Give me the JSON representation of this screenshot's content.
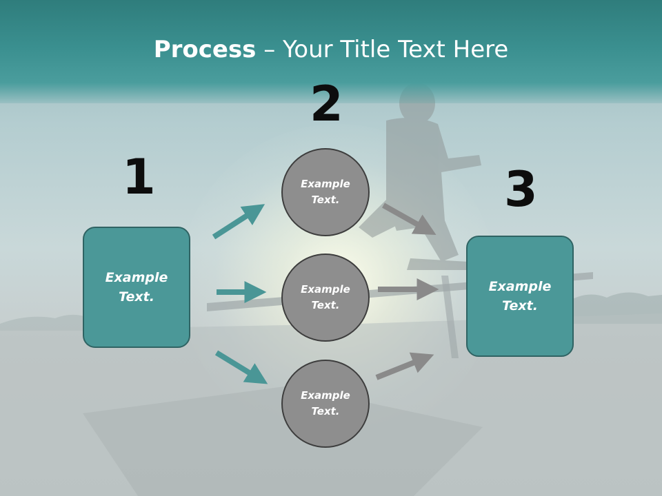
{
  "title": {
    "strong": "Process",
    "rest": " – Your Title Text Here"
  },
  "steps": {
    "one": {
      "number": "1",
      "line1": "Example",
      "line2": "Text."
    },
    "two": {
      "number": "2",
      "items": [
        {
          "line1": "Example",
          "line2": "Text."
        },
        {
          "line1": "Example",
          "line2": "Text."
        },
        {
          "line1": "Example",
          "line2": "Text."
        }
      ]
    },
    "three": {
      "number": "3",
      "line1": "Example",
      "line2": "Text."
    }
  },
  "colors": {
    "header": "#3a8f8f",
    "box_fill": "#4b9898",
    "box_border": "#2f6363",
    "circle_fill": "#8e8e8e",
    "circle_border": "#3d3d3d",
    "teal_arrow": "#4a9696",
    "gray_arrow": "#8a8a8a",
    "number_text": "#0d0d0d"
  }
}
